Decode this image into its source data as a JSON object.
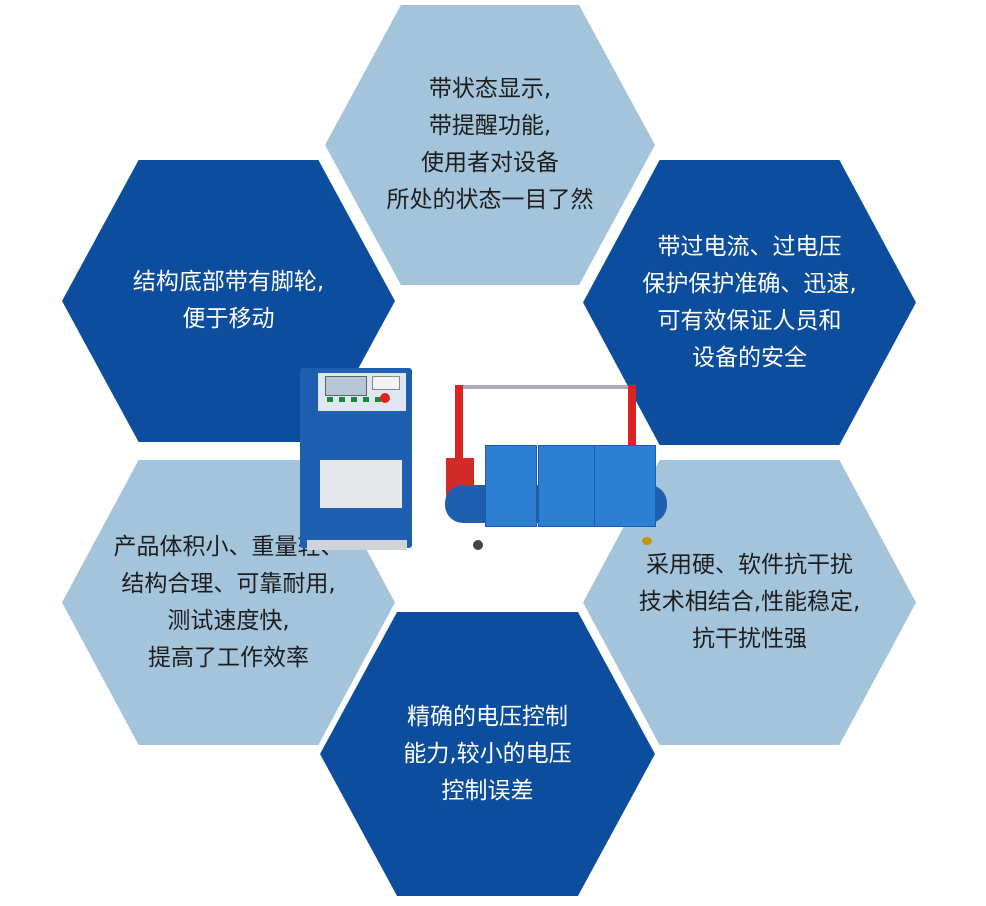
{
  "colors": {
    "dark": "#0d4d9d",
    "light": "#a4c4dc"
  },
  "features": [
    {
      "id": "status",
      "lines": [
        "带状态显示,",
        "带提醒功能,",
        "使用者对设备",
        "所处的状态一目了然"
      ]
    },
    {
      "id": "wheels",
      "lines": [
        "结构底部带有脚轮,",
        "便于移动"
      ]
    },
    {
      "id": "protection",
      "lines": [
        "带过电流、过电压",
        "保护保护准确、迅速,",
        "可有效保证人员和",
        "设备的安全"
      ]
    },
    {
      "id": "compact",
      "lines": [
        "产品体积小、重量轻、",
        "结构合理、可靠耐用,",
        "测试速度快,",
        "提高了工作效率"
      ]
    },
    {
      "id": "anti-interference",
      "lines": [
        "采用硬、软件抗干扰",
        "技术相结合,性能稳定,",
        "抗干扰性强"
      ]
    },
    {
      "id": "voltage-control",
      "lines": [
        "精确的电压控制",
        "能力,较小的电压",
        "控制误差"
      ]
    }
  ]
}
